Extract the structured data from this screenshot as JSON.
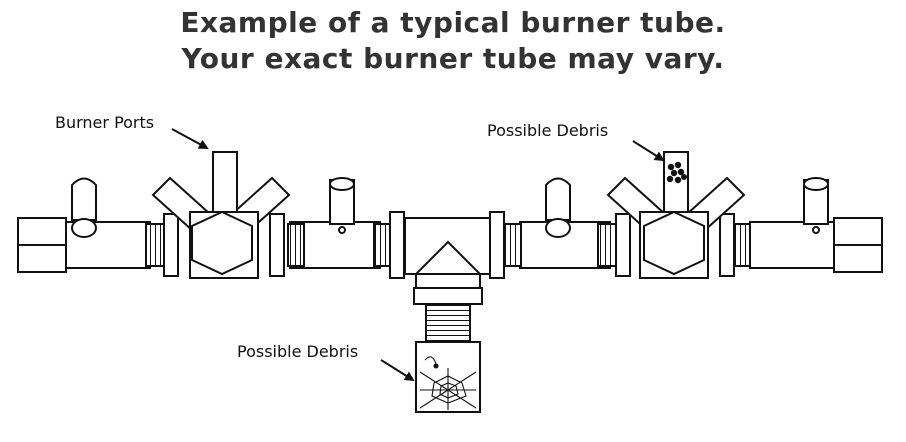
{
  "title": {
    "line1": "Example of a typical burner tube.",
    "line2": "Your exact burner tube may vary."
  },
  "labels": {
    "burner_ports": "Burner Ports",
    "possible_debris_top": "Possible Debris",
    "possible_debris_bottom": "Possible Debris"
  },
  "colors": {
    "stroke": "#111111",
    "fill": "#ffffff",
    "title": "#333333"
  }
}
